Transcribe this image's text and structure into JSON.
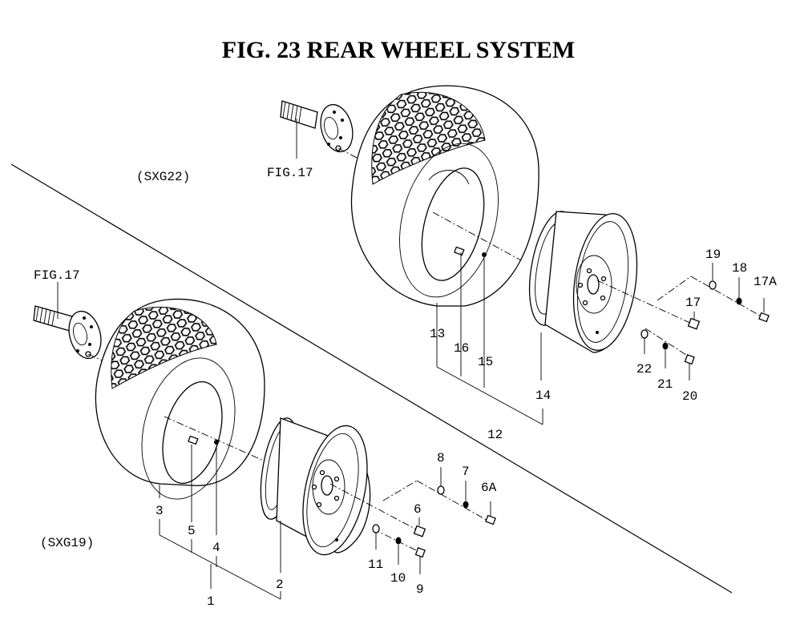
{
  "title": "FIG. 23  REAR WHEEL SYSTEM",
  "models": {
    "upper": "(SXG22)",
    "lower": "(SXG19)"
  },
  "references": {
    "upper": "FIG.17",
    "lower": "FIG.17"
  },
  "callouts": {
    "upper": [
      "13",
      "16",
      "15",
      "12",
      "14",
      "19",
      "18",
      "17A",
      "17",
      "22",
      "21",
      "20"
    ],
    "lower": [
      "3",
      "5",
      "4",
      "1",
      "2",
      "8",
      "7",
      "6A",
      "6",
      "11",
      "10",
      "9"
    ]
  }
}
